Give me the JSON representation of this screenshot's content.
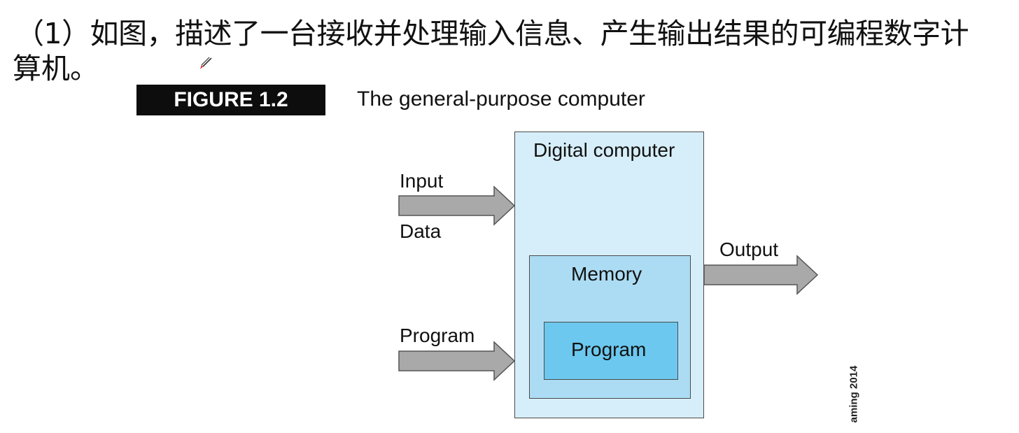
{
  "question": {
    "line1": "（1）如图，描述了一台接收并处理输入信息、产生输出结果的可编程数字计",
    "line2": "算机。"
  },
  "figure": {
    "badge": "FIGURE 1.2",
    "caption": "The general-purpose computer"
  },
  "diagram": {
    "outer_label": "Digital computer",
    "memory_label": "Memory",
    "program_inner_label": "Program",
    "input_label": "Input",
    "data_label": "Data",
    "program_input_label": "Program",
    "output_label": "Output",
    "colors": {
      "outer": "#d6eef9",
      "memory": "#acdcf3",
      "program": "#6cc8ef",
      "arrow": "#a9a9a9"
    }
  },
  "credit": "aming 2014",
  "icons": [
    "pen-icon"
  ]
}
